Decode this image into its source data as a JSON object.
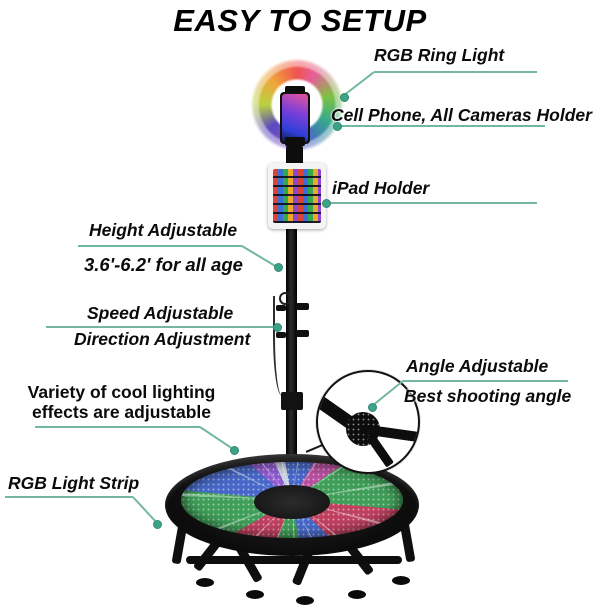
{
  "colors": {
    "accent_line": "#74b7a1",
    "accent_dot": "#3ea289",
    "text": "#0b0b0b"
  },
  "title": "EASY TO SETUP",
  "callouts": {
    "ring_light": {
      "label": "RGB Ring Light"
    },
    "phone_holder": {
      "label": "Cell Phone, All Cameras Holder"
    },
    "ipad_holder": {
      "label": "iPad Holder"
    },
    "height": {
      "label": "Height Adjustable",
      "sub": "3.6'-6.2' for all age"
    },
    "speed": {
      "label": "Speed Adjustable",
      "sub": "Direction Adjustment"
    },
    "lighting": {
      "line1": "Variety of cool lighting",
      "line2": "effects are adjustable"
    },
    "angle": {
      "label": "Angle Adjustable",
      "sub": "Best shooting angle"
    },
    "strip": {
      "label": "RGB Light Strip"
    }
  }
}
